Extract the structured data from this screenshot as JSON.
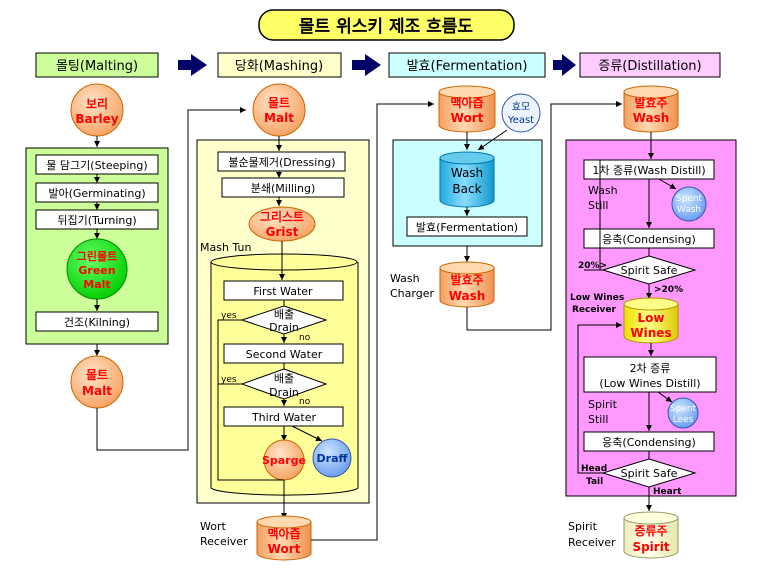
{
  "title": "몰트 위스키 제조 흐름도",
  "stages": {
    "malting": "몰팅(Malting)",
    "mashing": "당화(Mashing)",
    "fermentation": "발효(Fermentation)",
    "distillation": "증류(Distillation)"
  },
  "malting": {
    "barley_ko": "보리",
    "barley_en": "Barley",
    "steps": [
      "물 담그기(Steeping)",
      "발아(Germinating)",
      "뒤집기(Turning)"
    ],
    "green_malt": [
      "그린몰트",
      "Green",
      "Malt"
    ],
    "kilning": "건조(Kilning)",
    "malt_ko": "몰트",
    "malt_en": "Malt"
  },
  "mashing": {
    "malt_ko": "몰트",
    "malt_en": "Malt",
    "dressing": "불순물제거(Dressing)",
    "milling": "분쇄(Milling)",
    "grist_ko": "그리스트",
    "grist_en": "Grist",
    "mash_tun": "Mash Tun",
    "first_water": "First Water",
    "second_water": "Second Water",
    "third_water": "Third Water",
    "drain_ko": "배출",
    "drain_en": "Drain",
    "yes": "yes",
    "no": "no",
    "sparge": "Sparge",
    "draff": "Draff",
    "wort_receiver": [
      "Wort",
      "Receiver"
    ],
    "wort_ko": "맥아즙",
    "wort_en": "Wort"
  },
  "fermentation": {
    "wort_ko": "맥아즙",
    "wort_en": "Wort",
    "yeast_ko": "효모",
    "yeast_en": "Yeast",
    "wash_back": [
      "Wash",
      "Back"
    ],
    "fermenting": "발효(Fermentation)",
    "wash_charger": [
      "Wash",
      "Charger"
    ],
    "wash_ko": "발효주",
    "wash_en": "Wash"
  },
  "distillation": {
    "wash_ko": "발효주",
    "wash_en": "Wash",
    "first_distill": "1차 증류(Wash Distill)",
    "wash_still": [
      "Wash",
      "Still"
    ],
    "spent_wash": [
      "Spent",
      "Wash"
    ],
    "condensing": "응축(Condensing)",
    "spirit_safe": "Spirit Safe",
    "pct_in": "20%>",
    "pct_out": ">20%",
    "low_wines_receiver": [
      "Low Wines",
      "Receiver"
    ],
    "low_wines": [
      "Low",
      "Wines"
    ],
    "second_distill": [
      "2차 증류",
      "(Low Wines Distill)"
    ],
    "spirit_still": [
      "Spirit",
      "Still"
    ],
    "spent_lees": [
      "Spent",
      "Lees"
    ],
    "head": "Head",
    "tail": "Tail",
    "heart": "Heart",
    "spirit_receiver": [
      "Spirit",
      "Receiver"
    ],
    "spirit_ko": "증류주",
    "spirit_en": "Spirit"
  },
  "colors": {
    "title_bg": "#ffff66",
    "malting_bg": "#ccff99",
    "mashing_bg": "#ffffcc",
    "mash_tun_bg": "#ffff99",
    "ferment_bg": "#ccffff",
    "distill_bg": "#ff99ff",
    "distill_header_bg": "#ffccff",
    "orange_fill": "#ffcc99",
    "red_text": "#ff0000",
    "green_malt": "#00dd00",
    "wash_back": "#33ccff",
    "blue_circle": "#99ccff",
    "low_wines": "#ffff33",
    "spirit": "#ffffcc",
    "arrow": "#000066"
  }
}
